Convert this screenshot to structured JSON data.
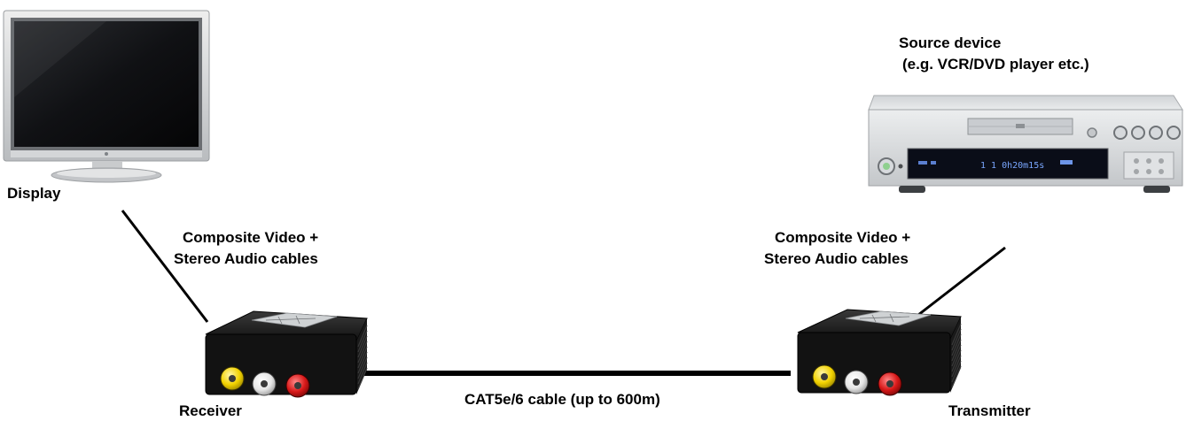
{
  "labels": {
    "display": "Display",
    "source_line1": "Source device",
    "source_line2": "(e.g. VCR/DVD player etc.)",
    "left_cable_line1": "Composite Video +",
    "left_cable_line2": "Stereo Audio cables",
    "right_cable_line1": "Composite Video +",
    "right_cable_line2": "Stereo Audio cables",
    "receiver": "Receiver",
    "transmitter": "Transmitter",
    "cat_cable": "CAT5e/6 cable (up to 600m)"
  },
  "dvd_display_text": "1 1 0h20m15s",
  "colors": {
    "connector_video": "#f2d200",
    "connector_audio_left": "#f2f2f2",
    "connector_audio_right": "#d81818",
    "device_body": "#141414",
    "dvd_body": "#d8dadc"
  }
}
